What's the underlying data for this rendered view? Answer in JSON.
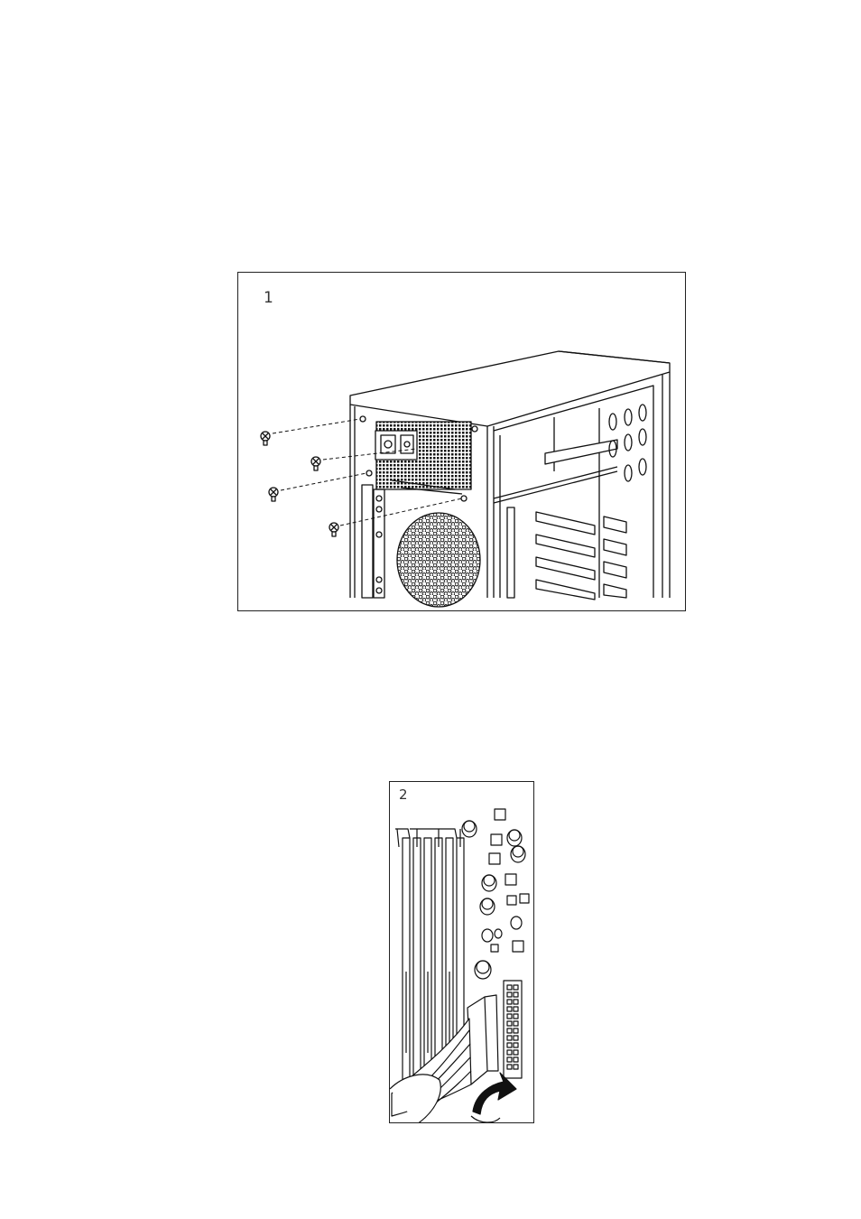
{
  "figures": [
    {
      "number": "1",
      "illustration": "psu-screw-installation"
    },
    {
      "number": "2",
      "illustration": "atx-power-connector-insertion"
    }
  ],
  "colors": {
    "line": "#111111",
    "fill": "#ffffff"
  }
}
